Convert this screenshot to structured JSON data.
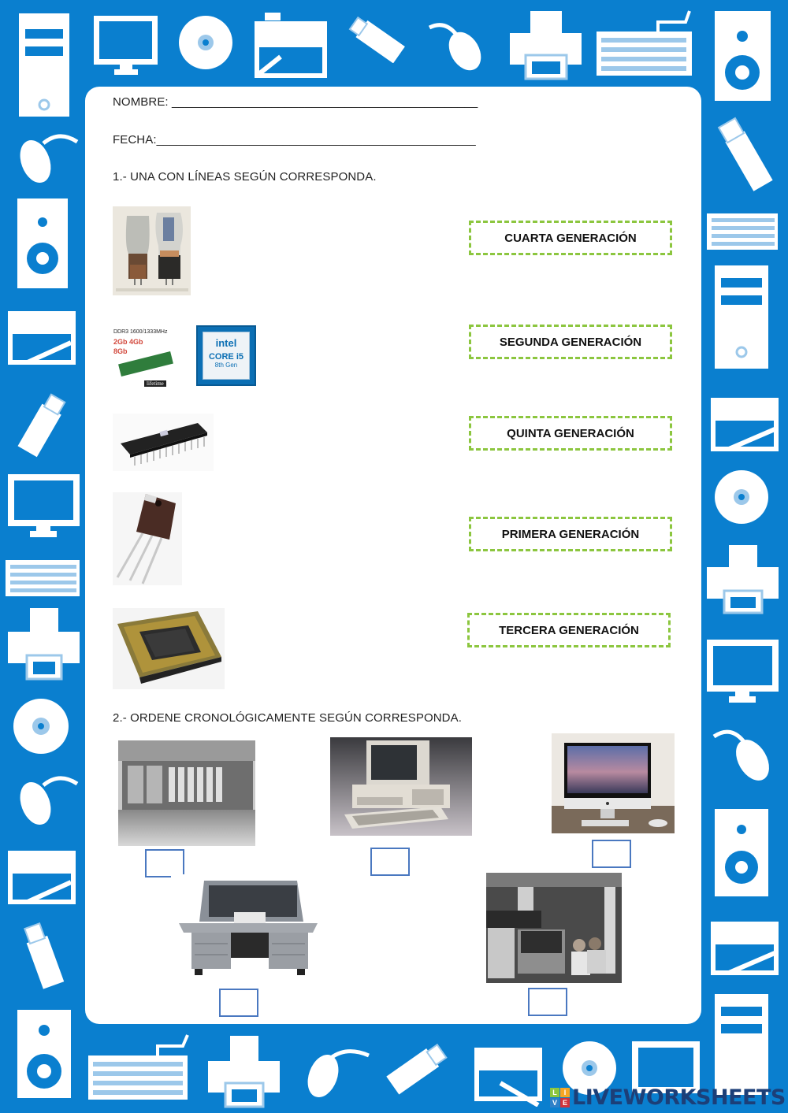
{
  "colors": {
    "frame_blue": "#0a7fcf",
    "dashed_green": "#8cc63f",
    "answer_box_border": "#4a78c0"
  },
  "header": {
    "name_label": "NOMBRE: ______________________________________________",
    "date_label": "FECHA:________________________________________________"
  },
  "section1": {
    "title": "1.- UNA CON LÍNEAS SEGÚN CORRESPONDA.",
    "images": [
      {
        "name": "vacuum-tubes-image",
        "alt": "Tubos de vacío"
      },
      {
        "name": "ram-and-intel-core-i5-image",
        "alt": "DDR3 1600/1333MHz 2Gb 4Gb 8Gb / intel CORE i5 8th Gen",
        "ram_text": "DDR3 1600/1333MHz",
        "ram_sizes": "2Gb  4Gb",
        "ram_size2": "8Gb",
        "ram_brand": "lifetime",
        "cpu_brand": "intel",
        "cpu_model": "CORE i5",
        "cpu_gen": "8th Gen"
      },
      {
        "name": "integrated-circuit-image",
        "alt": "Circuito integrado"
      },
      {
        "name": "transistor-image",
        "alt": "Transistor"
      },
      {
        "name": "microprocessor-image",
        "alt": "Microprocesador"
      }
    ],
    "options": [
      "CUARTA GENERACIÓN",
      "SEGUNDA GENERACIÓN",
      "QUINTA GENERACIÓN",
      "PRIMERA GENERACIÓN",
      "TERCERA GENERACIÓN"
    ]
  },
  "section2": {
    "title": "2.- ORDENE CRONOLÓGICAMENTE SEGÚN CORRESPONDA.",
    "images": [
      {
        "name": "mainframe-room-image",
        "alt": "Sala de computadora de tubos"
      },
      {
        "name": "ibm-pc-image",
        "alt": "Computadora personal IBM"
      },
      {
        "name": "imac-image",
        "alt": "iMac"
      },
      {
        "name": "transistor-console-image",
        "alt": "Consola de computadora"
      },
      {
        "name": "univac-operators-image",
        "alt": "Operadores de computadora"
      }
    ],
    "answers": [
      "",
      "",
      "",
      "",
      ""
    ]
  },
  "watermark": {
    "badge": [
      "L",
      "I",
      "V",
      "E"
    ],
    "text": "LIVEWORKSHEETS"
  }
}
